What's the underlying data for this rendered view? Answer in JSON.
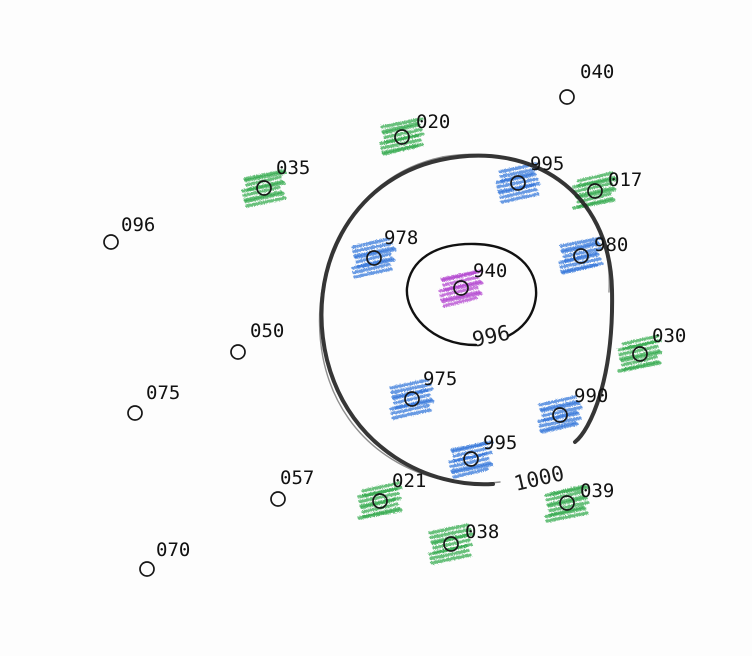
{
  "stations": [
    {
      "id": "040",
      "label": "040",
      "shade": "none"
    },
    {
      "id": "020",
      "label": "020",
      "shade": "green"
    },
    {
      "id": "035",
      "label": "035",
      "shade": "green"
    },
    {
      "id": "995-top",
      "label": "995",
      "shade": "blue"
    },
    {
      "id": "017",
      "label": "017",
      "shade": "green"
    },
    {
      "id": "096",
      "label": "096",
      "shade": "none"
    },
    {
      "id": "978",
      "label": "978",
      "shade": "blue"
    },
    {
      "id": "980",
      "label": "980",
      "shade": "blue"
    },
    {
      "id": "940",
      "label": "940",
      "shade": "purple"
    },
    {
      "id": "050",
      "label": "050",
      "shade": "none"
    },
    {
      "id": "030",
      "label": "030",
      "shade": "green"
    },
    {
      "id": "075",
      "label": "075",
      "shade": "none"
    },
    {
      "id": "975",
      "label": "975",
      "shade": "blue"
    },
    {
      "id": "990",
      "label": "990",
      "shade": "blue"
    },
    {
      "id": "995-bottom",
      "label": "995",
      "shade": "blue"
    },
    {
      "id": "057",
      "label": "057",
      "shade": "none"
    },
    {
      "id": "021",
      "label": "021",
      "shade": "green"
    },
    {
      "id": "039",
      "label": "039",
      "shade": "green"
    },
    {
      "id": "038",
      "label": "038",
      "shade": "green"
    },
    {
      "id": "070",
      "label": "070",
      "shade": "none"
    }
  ],
  "contours": [
    {
      "id": "996",
      "label": "996"
    },
    {
      "id": "1000",
      "label": "1000"
    }
  ],
  "colors": {
    "green": "#2fa84a",
    "blue": "#2f73d9",
    "purple": "#b03fcf",
    "line": "#161616"
  }
}
